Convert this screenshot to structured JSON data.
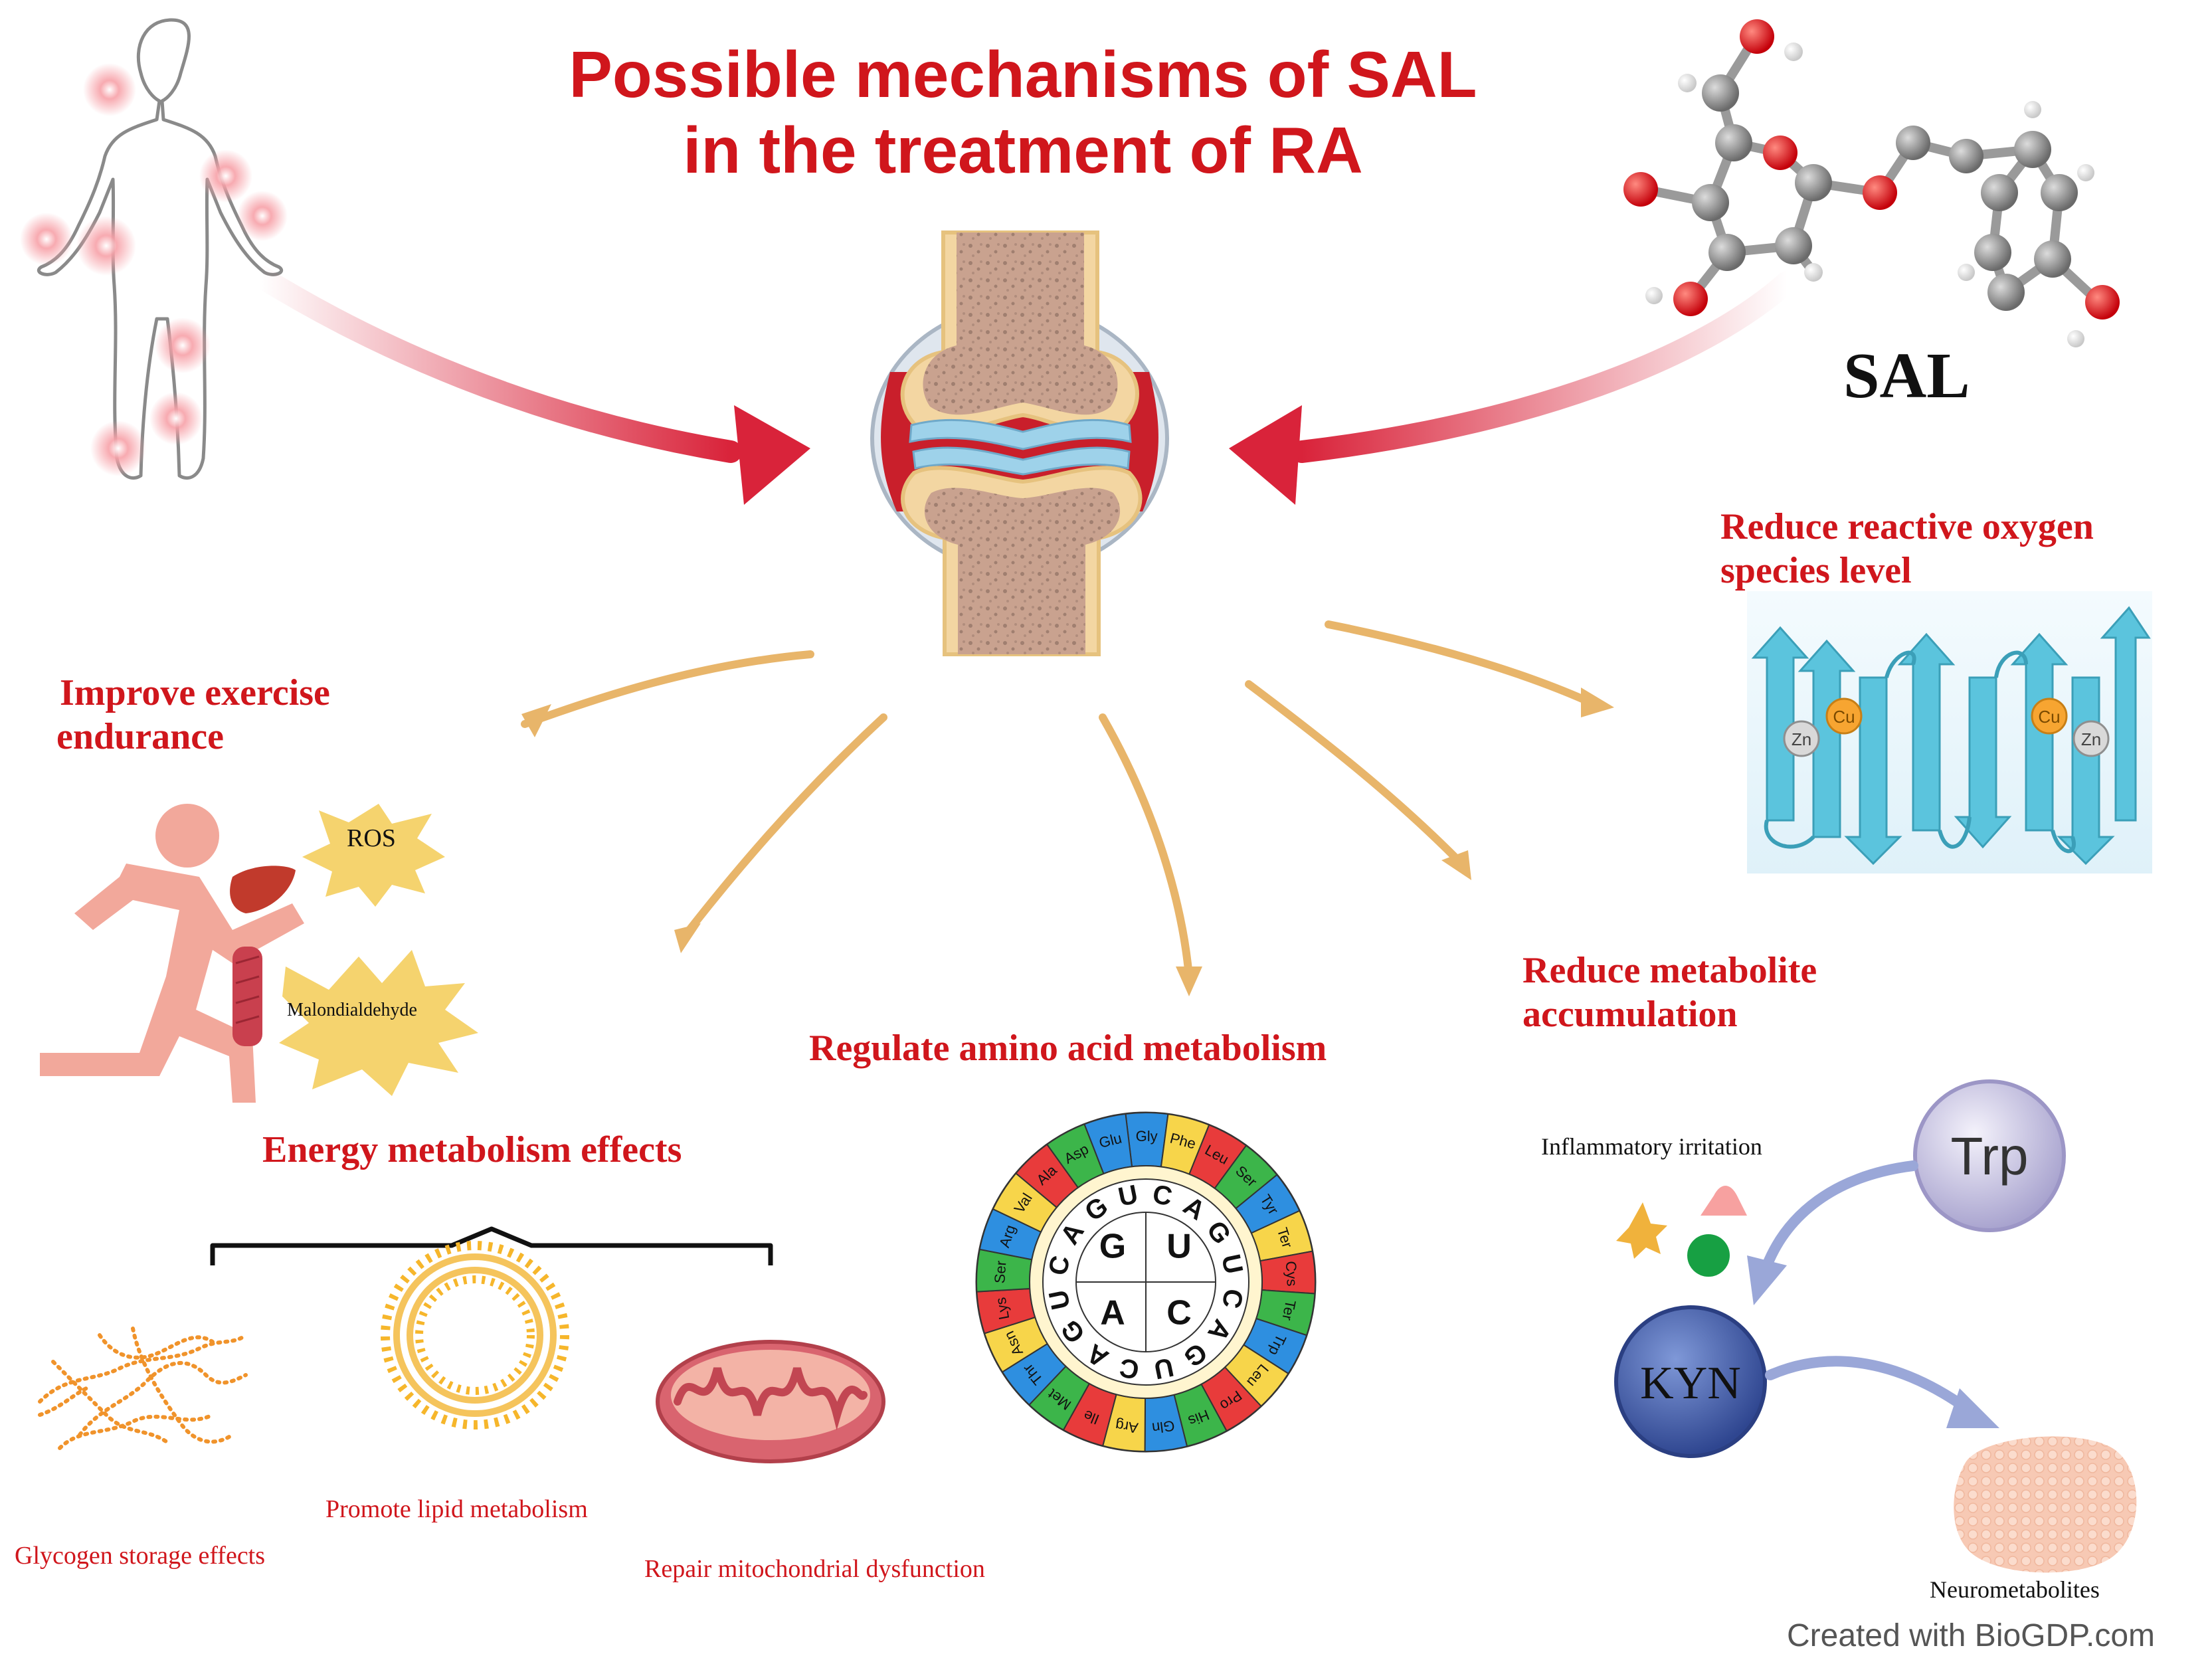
{
  "title": {
    "line1": "Possible mechanisms of SAL",
    "line2": "in the treatment of RA"
  },
  "molecule_label": "SAL",
  "mechanisms": {
    "reactive_oxygen": {
      "line1": "Reduce reactive oxygen",
      "line2": "species level",
      "cu_label": "Cu",
      "zn_label": "Zn"
    },
    "exercise": {
      "line1": "Improve exercise",
      "line2": "endurance",
      "ros_label": "ROS",
      "mda_label": "Malondialdehyde"
    },
    "metabolite": {
      "line1": "Reduce metabolite",
      "line2": "accumulation",
      "irritation_label": "Inflammatory irritation",
      "trp_label": "Trp",
      "kyn_label": "KYN",
      "neuro_label": "Neurometabolites"
    },
    "amino_acid": {
      "label": "Regulate amino acid metabolism",
      "inner": [
        "G",
        "U",
        "A",
        "C"
      ],
      "ring2": [
        "U",
        "C",
        "A",
        "G",
        "U",
        "C",
        "A",
        "G",
        "U",
        "C",
        "A",
        "G",
        "U",
        "C",
        "A",
        "G"
      ],
      "amino_acids": [
        "Gly",
        "Phe",
        "Leu",
        "Ser",
        "Tyr",
        "Ter",
        "Cys",
        "Ter",
        "Trp",
        "Leu",
        "Pro",
        "His",
        "Gln",
        "Arg",
        "Ile",
        "Met",
        "Thr",
        "Asn",
        "Lys",
        "Ser",
        "Arg",
        "Val",
        "Ala",
        "Asp",
        "Glu"
      ]
    },
    "energy": {
      "label": "Energy metabolism effects",
      "glycogen_label": "Glycogen storage effects",
      "lipid_label": "Promote lipid metabolism",
      "mito_label": "Repair mitochondrial dysfunction"
    }
  },
  "footer": "Created with BioGDP.com",
  "colors": {
    "title_red": "#d0161c",
    "arrow_red": "#d9233a",
    "arrow_gold": "#e8b56a",
    "protein_blue": "#5bc4dd",
    "kyn_blue": "#3f58a6",
    "muscle_pink": "#f2a89b"
  }
}
